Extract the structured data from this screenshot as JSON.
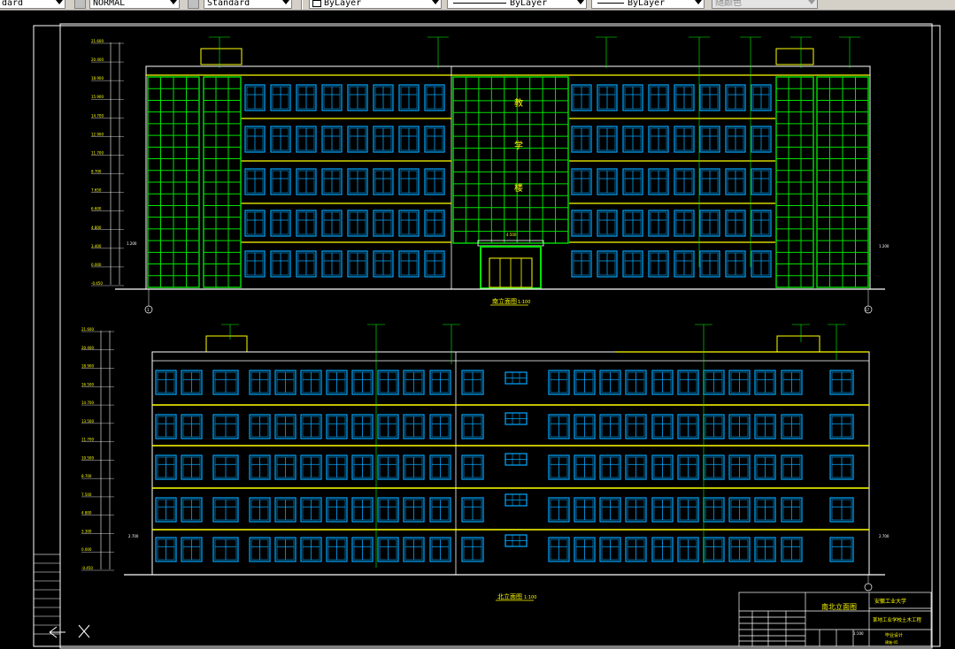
{
  "toolbar": {
    "text_style": "dard",
    "dim_style": "NORMAL",
    "table_style": "Standard",
    "layer": "ByLayer",
    "linetype": "ByLayer",
    "lineweight": "ByLayer",
    "color": "随颜色"
  },
  "drawing": {
    "colors": {
      "background": "#000000",
      "frame": "#ffffff",
      "window": "#00a8ff",
      "curtain_wall": "#00e000",
      "floor_line": "#ffff00",
      "leader": "#00ff00",
      "text": "#ffff00"
    },
    "south_elevation": {
      "title": "南立面图",
      "scale": "1:100",
      "center_chars": [
        "教",
        "学",
        "楼"
      ],
      "entrance_level": "4.500",
      "left_axis": "1",
      "right_axis": "17",
      "left_level": "1.200",
      "right_level": "1.200",
      "levels": [
        "21.600",
        "20.400",
        "18.900",
        "15.900",
        "14.700",
        "12.900",
        "11.700",
        "8.700",
        "7.650",
        "6.600",
        "4.800",
        "3.400",
        "0.000",
        "-0.450"
      ]
    },
    "north_elevation": {
      "title": "北立面图",
      "scale": "1:100",
      "left_level": "2.700",
      "right_level": "2.700",
      "levels": [
        "21.600",
        "20.400",
        "18.900",
        "16.500",
        "14.700",
        "13.500",
        "11.700",
        "10.500",
        "8.700",
        "7.500",
        "4.800",
        "3.300",
        "0.000",
        "-0.450"
      ]
    },
    "title_block": {
      "school": "安徽工业大学",
      "drawing_name": "南北立面图",
      "project": "某地工业学校土木工程",
      "drawing_no": "建施-05",
      "scale": "1:100",
      "stage": "毕业设计"
    }
  }
}
